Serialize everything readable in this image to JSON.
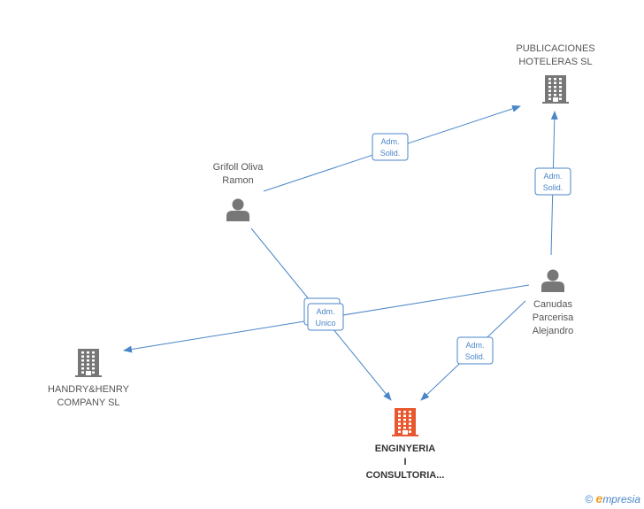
{
  "colors": {
    "edge": "#4a86c8",
    "building": "#777777",
    "building_main": "#e8582e",
    "person": "#777777"
  },
  "nodes": [
    {
      "id": "publicaciones",
      "type": "company",
      "lines": [
        "PUBLICACIONES",
        "HOTELERAS SL"
      ],
      "main": false
    },
    {
      "id": "grifoll",
      "type": "person",
      "lines": [
        "Grifoll Oliva",
        "Ramon"
      ],
      "main": false
    },
    {
      "id": "canudas",
      "type": "person",
      "lines": [
        "Canudas",
        "Parcerisa",
        "Alejandro"
      ],
      "main": false
    },
    {
      "id": "handry",
      "type": "company",
      "lines": [
        "HANDRY&HENRY",
        "COMPANY SL"
      ],
      "main": false
    },
    {
      "id": "enginyeria",
      "type": "company",
      "lines": [
        "ENGINYERIA",
        "I",
        "CONSULTORIA..."
      ],
      "main": true
    }
  ],
  "edges": [
    {
      "from": "grifoll",
      "to": "publicaciones",
      "label": [
        "Adm.",
        "Solid."
      ]
    },
    {
      "from": "canudas",
      "to": "publicaciones",
      "label": [
        "Adm.",
        "Solid."
      ]
    },
    {
      "from": "grifoll",
      "to": "enginyeria",
      "label": [
        "Adm.",
        "Unico"
      ]
    },
    {
      "from": "canudas",
      "to": "handry",
      "label": [
        "Adm.",
        "Unico"
      ]
    },
    {
      "from": "canudas",
      "to": "enginyeria",
      "label": [
        "Adm.",
        "Solid."
      ]
    }
  ],
  "footer": {
    "copyright": "©",
    "brand_e": "e",
    "brand_rest": "mpresia"
  }
}
